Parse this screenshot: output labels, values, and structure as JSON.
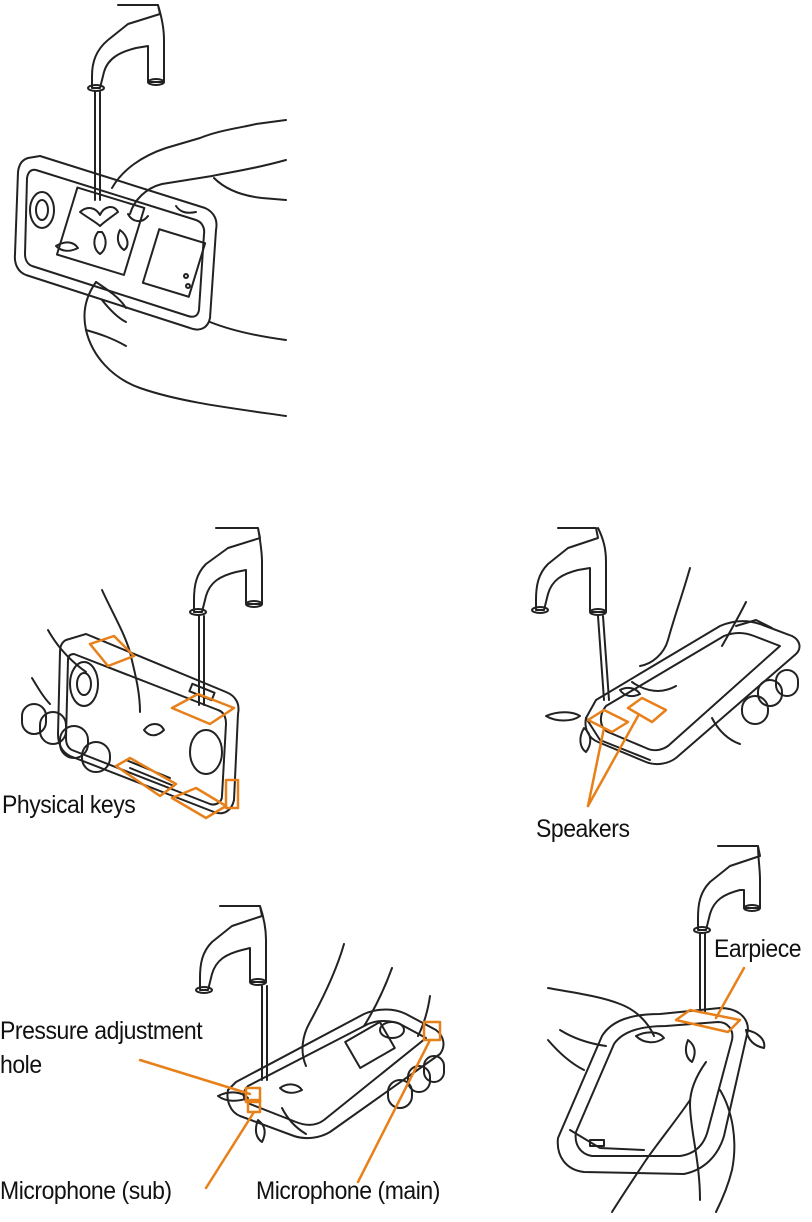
{
  "labels": {
    "physical_keys": "Physical keys",
    "speakers": "Speakers",
    "earpiece": "Earpiece",
    "pressure_hole_line1": "Pressure adjustment",
    "pressure_hole_line2": "hole",
    "microphone_sub": "Microphone (sub)",
    "microphone_main": "Microphone (main)"
  },
  "colors": {
    "callout": "#E8801A",
    "line": "#222222"
  }
}
